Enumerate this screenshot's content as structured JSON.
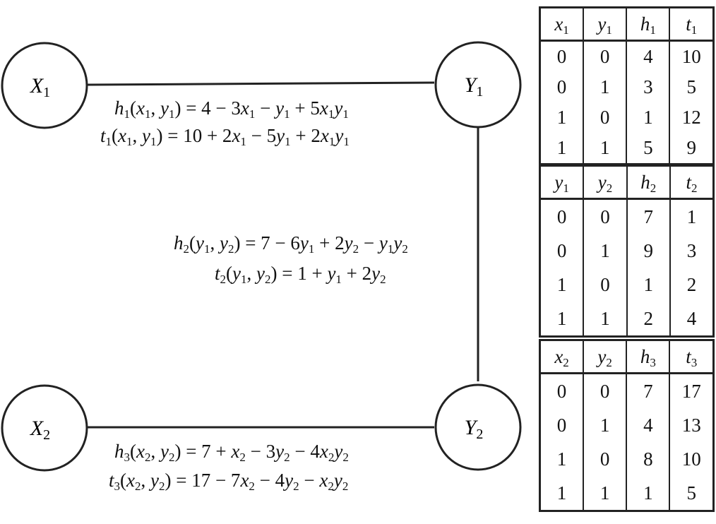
{
  "nodes": {
    "x1": {
      "base": "X",
      "sub": "1"
    },
    "y1": {
      "base": "Y",
      "sub": "1"
    },
    "x2": {
      "base": "X",
      "sub": "2"
    },
    "y2": {
      "base": "Y",
      "sub": "2"
    }
  },
  "edges": [
    {
      "from": "X1",
      "to": "Y1"
    },
    {
      "from": "Y1",
      "to": "Y2"
    },
    {
      "from": "X2",
      "to": "Y2"
    }
  ],
  "formulas": {
    "h1": "h1(x1, y1) = 4 − 3x1 − y1 + 5x1y1",
    "t1": "t1(x1, y1) = 10 + 2x1 − 5y1 + 2x1y1",
    "h2": "h2(y1, y2) = 7 − 6y1 + 2y2 − y1y2",
    "t2": "t2(y1, y2) = 1 + y1 + 2y2",
    "h3": "h3(x2, y2) = 7 + x2 − 3y2 − 4x2y2",
    "t3": "t3(x2, y2) = 17 − 7x2 − 4y2 − x2y2"
  },
  "tables": [
    {
      "headers": [
        [
          "x",
          "1"
        ],
        [
          "y",
          "1"
        ],
        [
          "h",
          "1"
        ],
        [
          "t",
          "1"
        ]
      ],
      "rows": [
        [
          "0",
          "0",
          "4",
          "10"
        ],
        [
          "0",
          "1",
          "3",
          "5"
        ],
        [
          "1",
          "0",
          "1",
          "12"
        ],
        [
          "1",
          "1",
          "5",
          "9"
        ]
      ]
    },
    {
      "headers": [
        [
          "y",
          "1"
        ],
        [
          "y",
          "2"
        ],
        [
          "h",
          "2"
        ],
        [
          "t",
          "2"
        ]
      ],
      "rows": [
        [
          "0",
          "0",
          "7",
          "1"
        ],
        [
          "0",
          "1",
          "9",
          "3"
        ],
        [
          "1",
          "0",
          "1",
          "2"
        ],
        [
          "1",
          "1",
          "2",
          "4"
        ]
      ]
    },
    {
      "headers": [
        [
          "x",
          "2"
        ],
        [
          "y",
          "2"
        ],
        [
          "h",
          "3"
        ],
        [
          "t",
          "3"
        ]
      ],
      "rows": [
        [
          "0",
          "0",
          "7",
          "17"
        ],
        [
          "0",
          "1",
          "4",
          "13"
        ],
        [
          "1",
          "0",
          "8",
          "10"
        ],
        [
          "1",
          "1",
          "1",
          "5"
        ]
      ]
    }
  ]
}
